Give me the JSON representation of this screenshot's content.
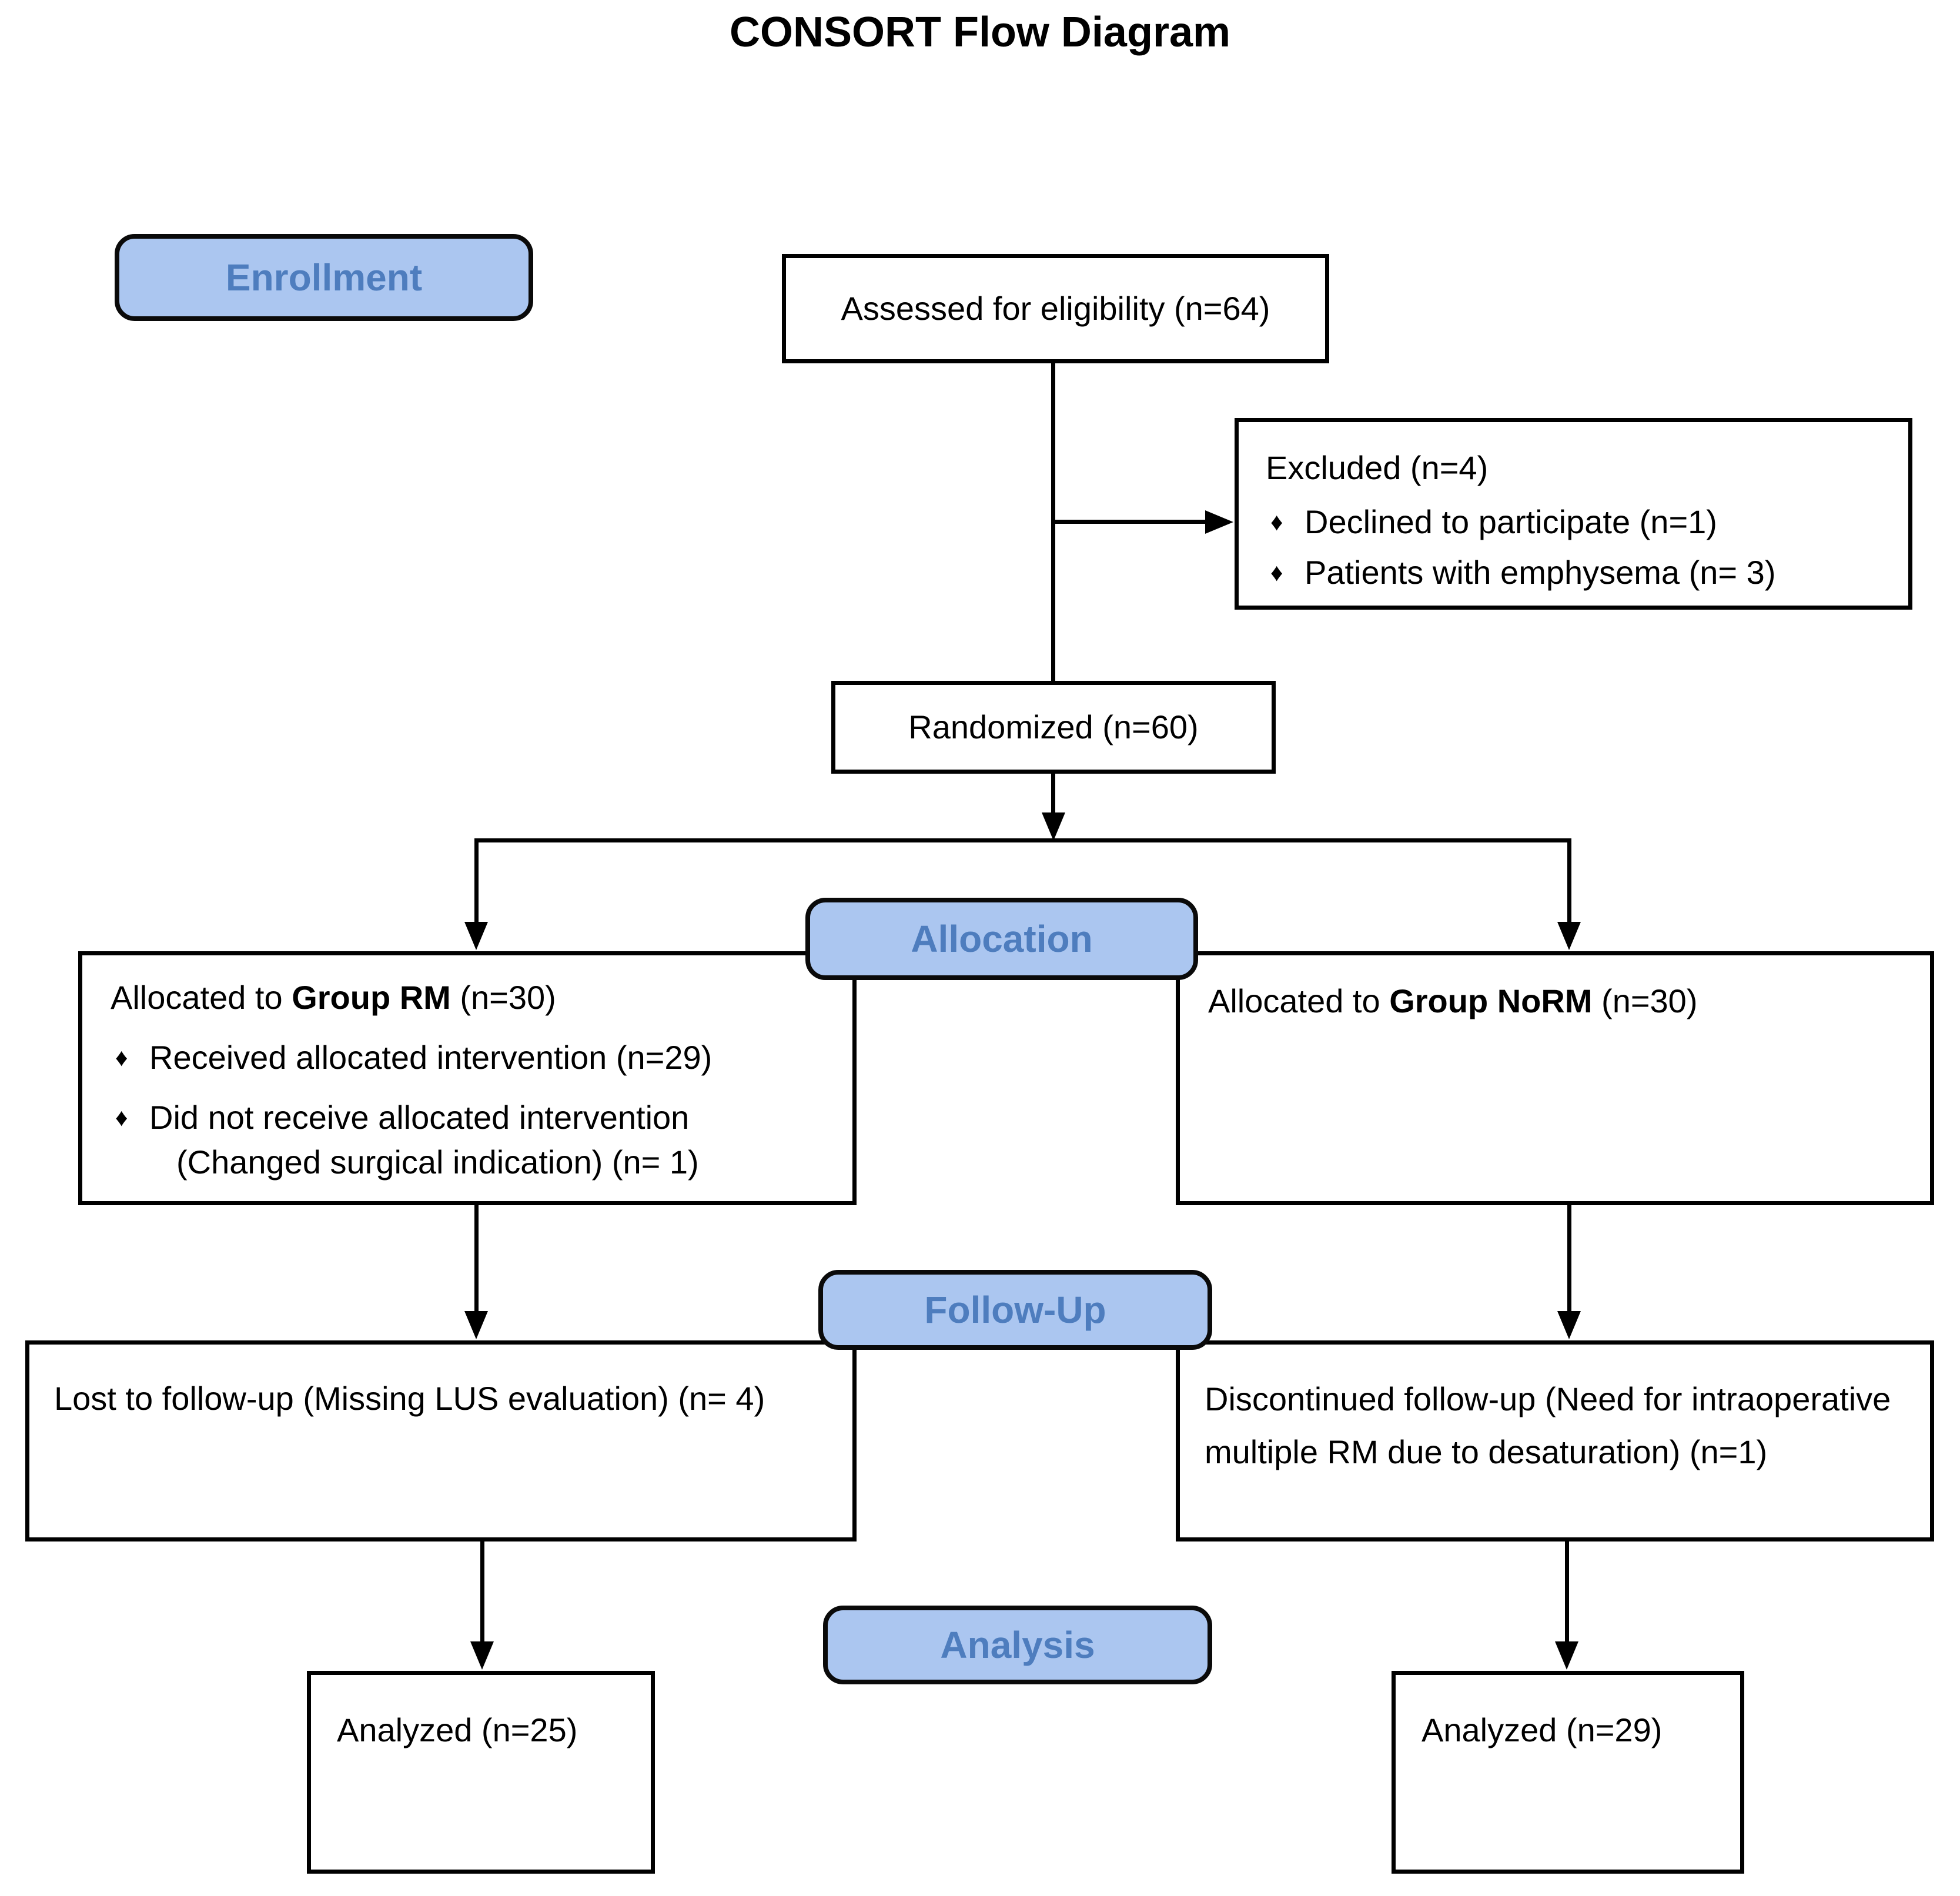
{
  "title": "CONSORT Flow Diagram",
  "bullet_glyph": "♦",
  "colors": {
    "pill_fill": "#ABC6F0",
    "pill_border": "#0A0A0A",
    "pill_text": "#4E7DBE",
    "line_color": "#000000"
  },
  "stages": {
    "enrollment": "Enrollment",
    "allocation": "Allocation",
    "followup": "Follow-Up",
    "analysis": "Analysis"
  },
  "boxes": {
    "assessed": "Assessed for eligibility (n=64)",
    "excluded": {
      "title": "Excluded (n=4)",
      "bullets": [
        "Declined to participate (n=1)",
        "Patients with emphysema (n= 3)"
      ]
    },
    "randomized": "Randomized (n=60)",
    "alloc_left": {
      "prefix": "Allocated to ",
      "group": "Group RM",
      "suffix": " (n=30)",
      "bullets": [
        "Received allocated intervention (n=29)",
        "Did not receive allocated intervention"
      ],
      "indent_line": "(Changed surgical indication) (n= 1)"
    },
    "alloc_right": {
      "prefix": "Allocated to ",
      "group": "Group NoRM",
      "suffix": " (n=30)"
    },
    "followup_left": "Lost to follow-up (Missing LUS evaluation) (n= 4)",
    "followup_right": "Discontinued follow-up (Need for intraoperative multiple RM due to desaturation) (n=1)",
    "analyzed_left": "Analyzed (n=25)",
    "analyzed_right": "Analyzed (n=29)"
  }
}
